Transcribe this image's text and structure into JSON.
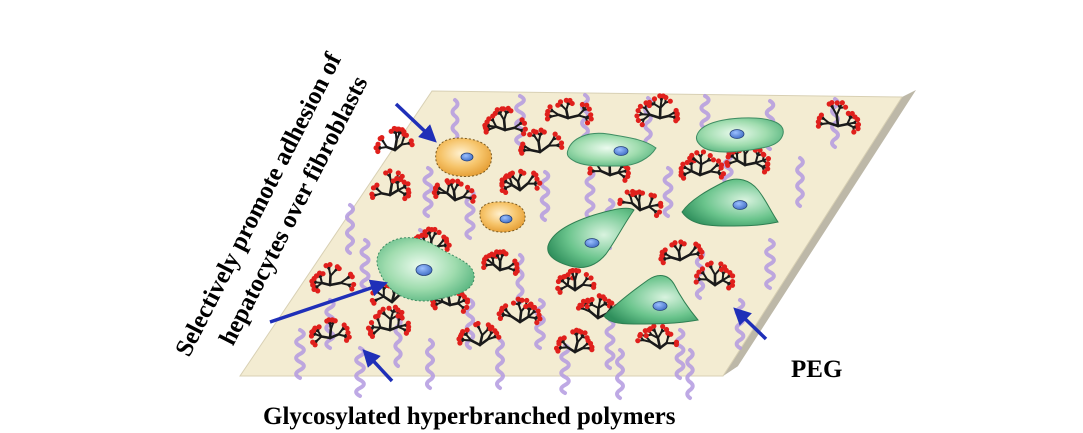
{
  "labels": {
    "rotated_line1": "Selectively promote adhesion of",
    "rotated_line2": "hepatocytes over fibroblasts",
    "peg": "PEG",
    "bottom": "Glycosylated hyperbranched polymers"
  },
  "colors": {
    "surface_top": "#f3ecd2",
    "surface_edge": "#a9a495",
    "peg": "#b39ae0",
    "polymer": "#1a1a1a",
    "sugar": "#e0201c",
    "hepatocyte": "#f2b04a",
    "fibroblast": "#6cc48c",
    "nucleus": "#4e7fd0",
    "arrow": "#1f2fb8"
  },
  "icons": {
    "surface": "substrate-plane",
    "peg": "peg-chain-icon",
    "polymer": "hyperbranched-polymer-icon",
    "hepatocyte": "hepatocyte-cell-icon",
    "fibroblast": "fibroblast-cell-icon",
    "arrow": "pointer-arrow-icon"
  }
}
